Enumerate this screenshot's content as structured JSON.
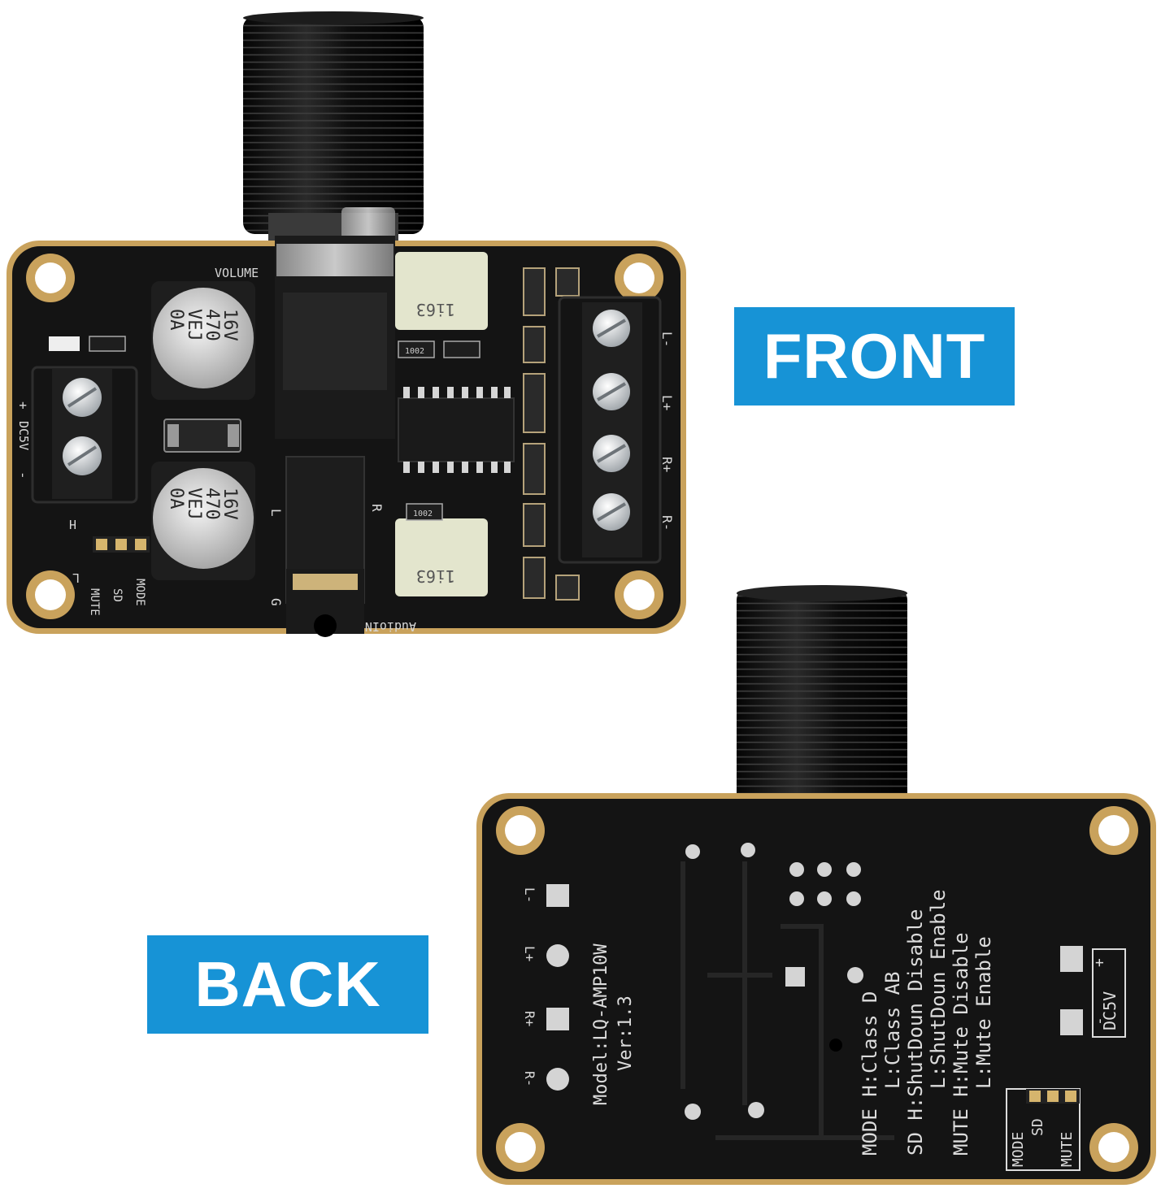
{
  "labels": {
    "front": "FRONT",
    "back": "BACK"
  },
  "front_board": {
    "volume_label": "VOLUME",
    "dc5v_label": "DC5V",
    "plus": "+",
    "minus": "-",
    "capacitor_text_1": [
      "0A",
      "VEJ",
      "470",
      "16V"
    ],
    "capacitor_text_2": [
      "0A",
      "VEJ",
      "470",
      "16V"
    ],
    "inductor_text": "1i63",
    "output_labels": [
      "L-",
      "L+",
      "R+",
      "R-"
    ],
    "left_channel": "L",
    "right_channel": "R",
    "audio_in": "AudioIN",
    "jumper_labels": [
      "MODE",
      "SD",
      "MUTE"
    ],
    "h_label": "H",
    "l_label": "L",
    "g_label": "G",
    "resistor_code": "1002"
  },
  "back_board": {
    "model": "Model:LQ-AMP10W",
    "version": "Ver:1.3",
    "mode_lines": [
      "MODE H:Class D",
      "L:Class AB"
    ],
    "sd_lines": [
      "SD  H:ShutDoun Disable",
      "L:ShutDoun Enable"
    ],
    "mute_lines": [
      "MUTE H:Mute Disable",
      "L:Mute Enable"
    ],
    "output_labels": [
      "L-",
      "L+",
      "R+",
      "R-"
    ],
    "dc5v_label": "DC5V",
    "plus": "+",
    "minus": "-",
    "jumper_labels": [
      "MODE",
      "SD",
      "MUTE"
    ]
  },
  "colors": {
    "label_bg": "#1793d6",
    "label_text": "#ffffff",
    "pcb": "#141414",
    "pcb_edge": "#c9a25c",
    "silkscreen": "#d8d8d8",
    "knob": "#111111"
  }
}
